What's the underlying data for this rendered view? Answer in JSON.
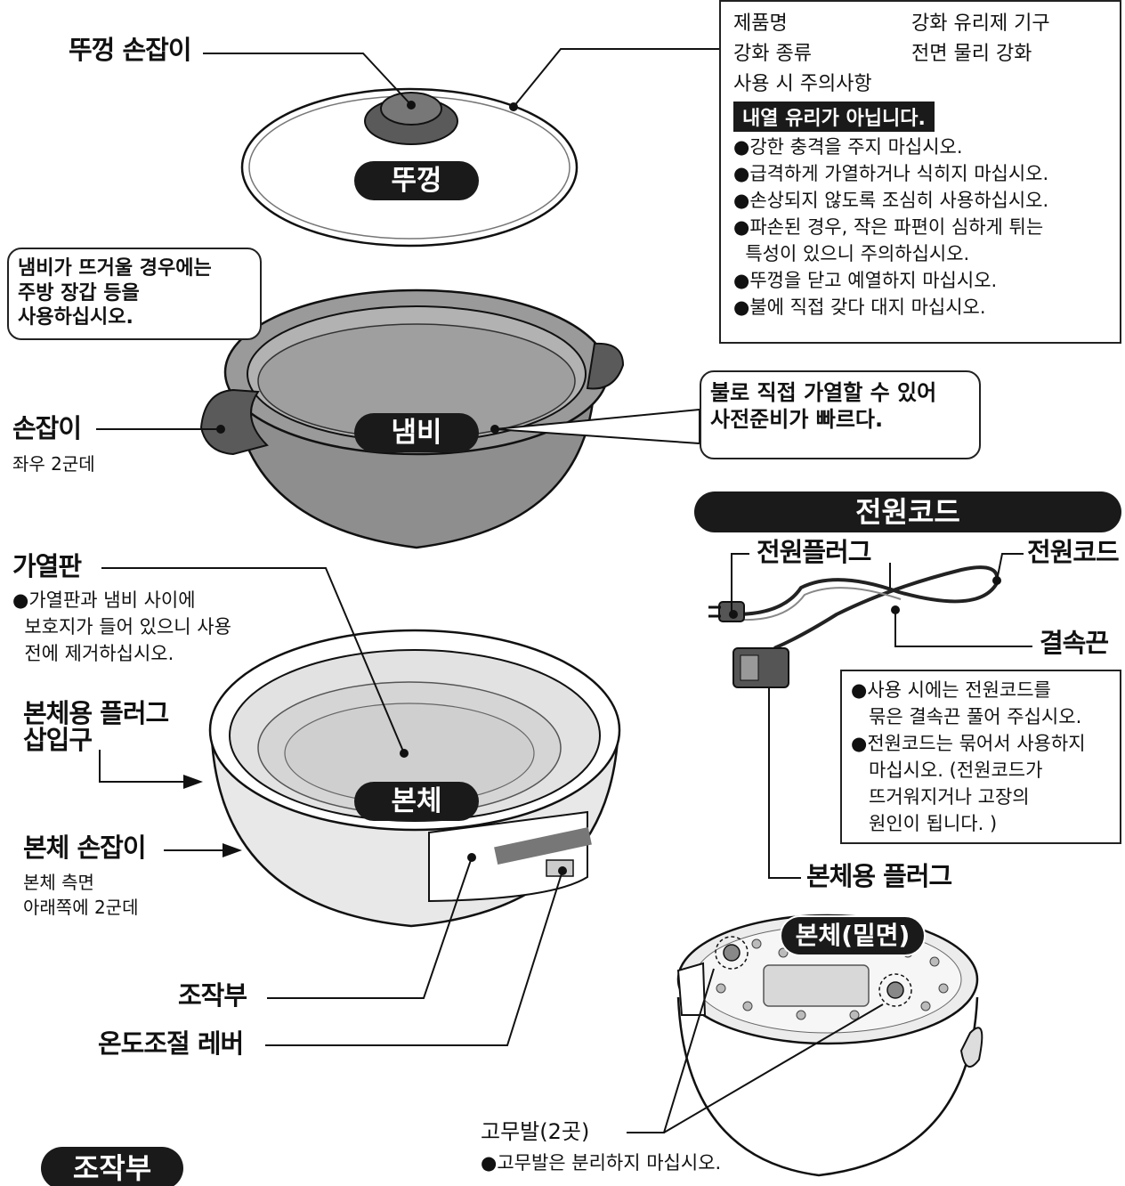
{
  "lid": {
    "handle_label": "뚜껑 손잡이",
    "badge": "뚜껑"
  },
  "spec_box": {
    "product_name_label": "제품명",
    "product_name_value": "강화 유리제 기구",
    "strength_label": "강화 종류",
    "strength_value": "전면 물리 강화",
    "caution_title": "사용 시 주의사항",
    "warning_header": "내열 유리가 아닙니다.",
    "bullets": [
      "●강한 충격을 주지 마십시오.",
      "●급격하게 가열하거나 식히지 마십시오.",
      "●손상되지 않도록 조심히 사용하십시오.",
      "●파손된 경우, 작은 파편이 심하게 튀는",
      "  특성이 있으니 주의하십시오.",
      "●뚜껑을 닫고 예열하지 마십시오.",
      "●불에 직접 갖다 대지 마십시오."
    ]
  },
  "pot": {
    "hot_note_lines": [
      "냄비가 뜨거울 경우에는",
      "주방 장갑 등을",
      "사용하십시오."
    ],
    "handle_label": "손잡이",
    "handle_sub": "좌우 2군데",
    "badge": "냄비",
    "direct_heat_lines": [
      "불로 직접 가열할 수 있어",
      "사전준비가 빠르다."
    ]
  },
  "cord": {
    "header": "전원코드",
    "plug_label": "전원플러그",
    "cord_label": "전원코드",
    "tie_label": "결속끈",
    "notes": [
      "●사용 시에는 전원코드를",
      "   묶은 결속끈 풀어 주십시오.",
      "●전원코드는 묶어서 사용하지",
      "   마십시오. (전원코드가",
      "   뜨거워지거나 고장의",
      "   원인이 됩니다. )"
    ],
    "body_plug_label": "본체용 플러그"
  },
  "body": {
    "heating_plate_label": "가열판",
    "heating_plate_notes": [
      "●가열판과 냄비 사이에",
      "  보호지가 들어 있으니 사용",
      "  전에 제거하십시오."
    ],
    "plug_inlet_lines": [
      "본체용 플러그",
      "삽입구"
    ],
    "badge": "본체",
    "body_handle_label": "본체 손잡이",
    "body_handle_sub": [
      "본체 측면",
      "아래쪽에 2군데"
    ],
    "control_label": "조작부",
    "temp_lever_label": "온도조절 레버"
  },
  "bottom": {
    "badge": "본체(밑면)",
    "rubber_feet_label": "고무발(2곳)",
    "rubber_feet_note": "●고무발은 분리하지 마십시오."
  },
  "section": {
    "control_badge": "조작부"
  },
  "colors": {
    "ink": "#111111",
    "pot_gray": "#8c8c8c",
    "dark_gray": "#555555",
    "light_gray": "#e6e6e6",
    "badge_bg": "#1a1a1a"
  }
}
